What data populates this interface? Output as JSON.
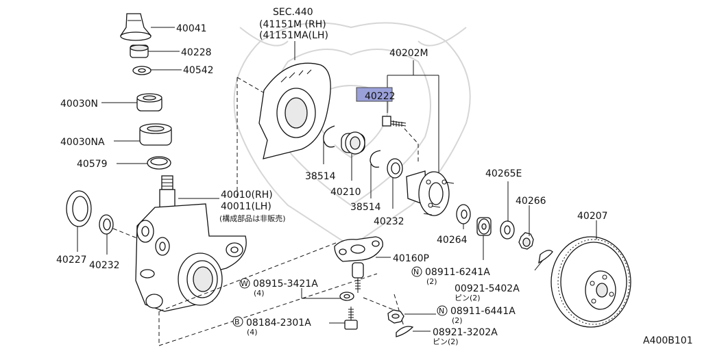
{
  "diagram_id": "A400B101",
  "section": {
    "title": "SEC.440",
    "line1": "(41151M  (RH)",
    "line2": "(41151MA(LH)"
  },
  "parts": {
    "p40041": "40041",
    "p40228": "40228",
    "p40542": "40542",
    "p40030N": "40030N",
    "p40030NA": "40030NA",
    "p40579": "40579",
    "p40010": "40010(RH)",
    "p40011": "40011(LH)",
    "note_not_sold": "(構成部品は非販売)",
    "p40227": "40227",
    "p40232_left": "40232",
    "p38514_a": "38514",
    "p40210": "40210",
    "p38514_b": "38514",
    "p40232_mid": "40232",
    "p40202M": "40202M",
    "p40222": "40222",
    "p40264": "40264",
    "p40265E": "40265E",
    "p40266": "40266",
    "p40207": "40207",
    "p40160P": "40160P"
  },
  "fasteners": {
    "n1_prefix": "N",
    "n1_code": "08911-6241A",
    "n1_qty": "(2)",
    "pin1_code": "00921-5402A",
    "pin1_qty": "ピン(2)",
    "w_prefix": "W",
    "w_code": "08915-3421A",
    "w_qty": "(4)",
    "n2_prefix": "N",
    "n2_code": "08911-6441A",
    "n2_qty": "(2)",
    "b_prefix": "B",
    "b_code": "08184-2301A",
    "b_qty": "(4)",
    "pin2_code": "08921-3202A",
    "pin2_qty": "ピン(2)"
  }
}
